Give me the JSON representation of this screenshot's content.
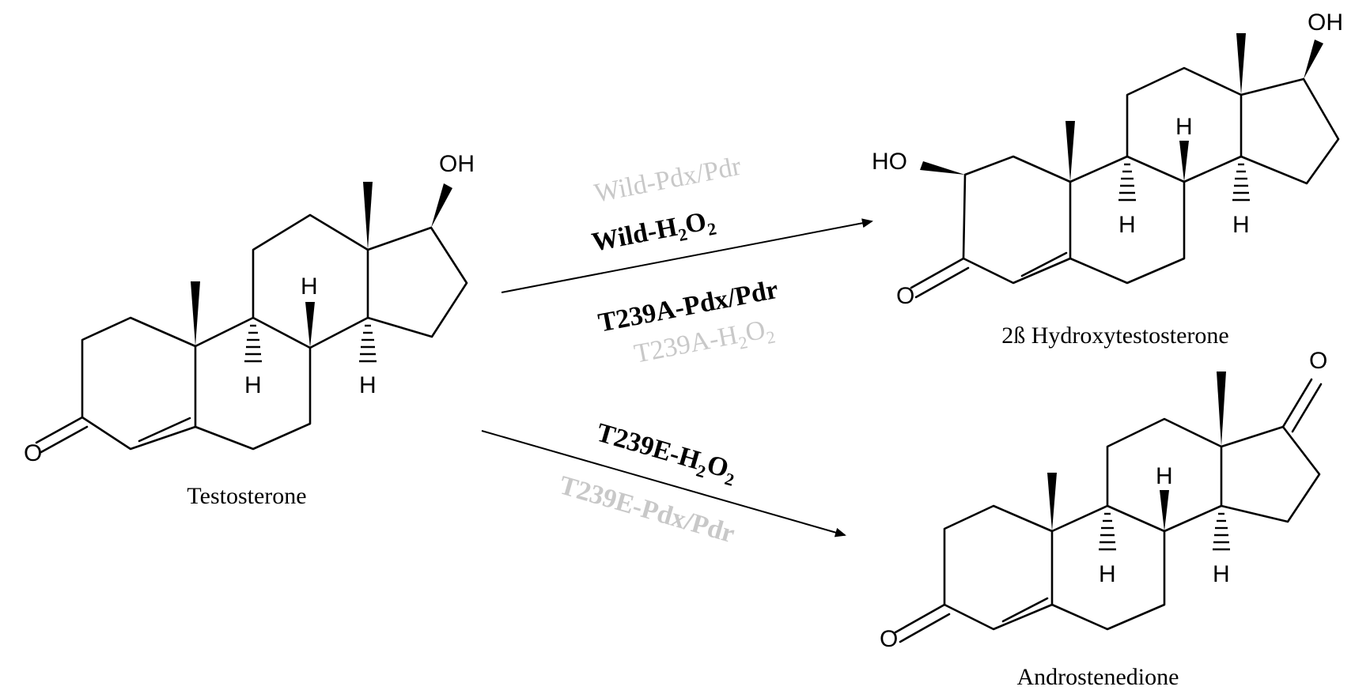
{
  "molecules": {
    "testosterone": {
      "name": "Testosterone",
      "atoms": {
        "oh": "OH",
        "o": "O",
        "h1": "H",
        "h2": "H",
        "h3": "H"
      }
    },
    "hydroxytestosterone": {
      "name": "2ß Hydroxytestosterone",
      "atoms": {
        "oh_top": "OH",
        "ho_left": "HO",
        "o": "O",
        "h1": "H",
        "h2": "H",
        "h3": "H"
      }
    },
    "androstenedione": {
      "name": "Androstenedione",
      "atoms": {
        "o_top": "O",
        "o": "O",
        "h1": "H",
        "h2": "H",
        "h3": "H"
      }
    }
  },
  "reactions": {
    "upper": {
      "conditions": [
        {
          "main": "Wild-Pdx/Pdr",
          "style": "light"
        },
        {
          "main": "Wild-H",
          "sub": "2",
          "mid": "O",
          "sub2": "2",
          "style": "dark"
        },
        {
          "main": "T239A-Pdx/Pdr",
          "style": "dark"
        },
        {
          "main": "T239A-H",
          "sub": "2",
          "mid": "O",
          "sub2": "2",
          "style": "light"
        }
      ]
    },
    "lower": {
      "conditions": [
        {
          "main": "T239E-H",
          "sub": "2",
          "mid": "O",
          "sub2": "2",
          "style": "dark"
        },
        {
          "main": "T239E-Pdx/Pdr",
          "style": "light"
        }
      ]
    }
  },
  "colors": {
    "dark_label": "#000000",
    "light_label": "#c8c8c8",
    "bond": "#000000"
  }
}
